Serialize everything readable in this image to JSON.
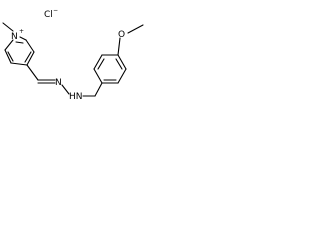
{
  "molecule": {
    "counterion": {
      "element": "Cl",
      "charge": "−"
    },
    "pyridinium": {
      "nitrogen": "N",
      "charge": "+"
    },
    "hydrazone": {
      "nitrogen": "N",
      "nh": "HN"
    },
    "methoxy": {
      "oxygen": "O"
    }
  },
  "colors": {
    "bond": "#000000",
    "background": "#ffffff"
  }
}
